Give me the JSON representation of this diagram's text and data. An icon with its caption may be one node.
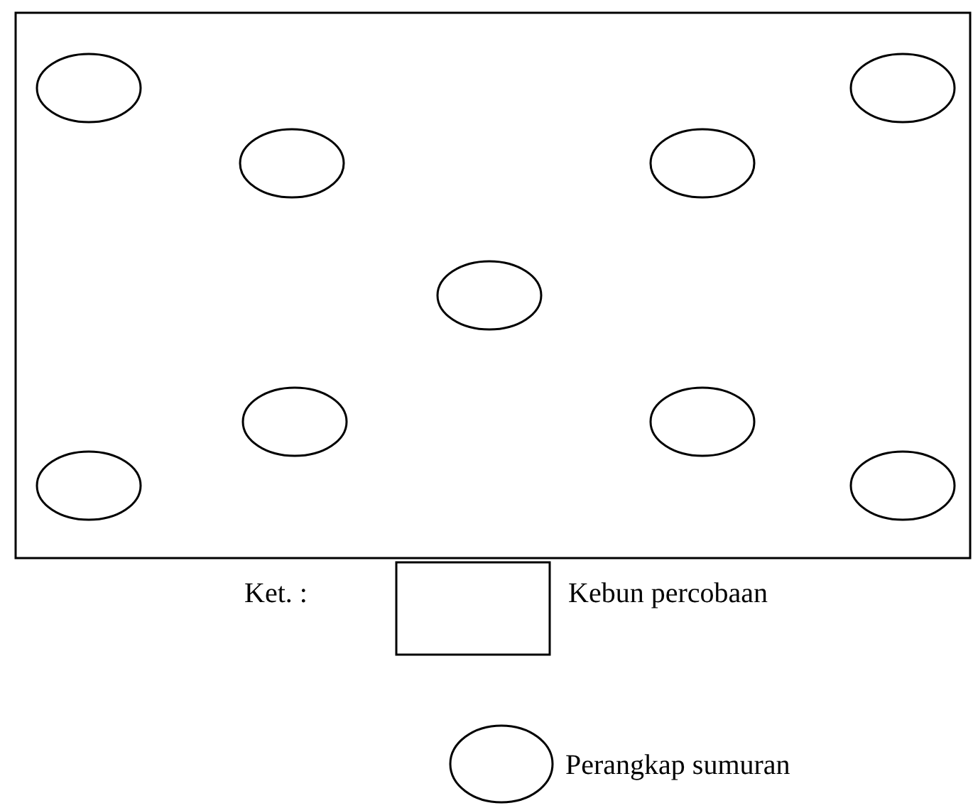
{
  "diagram": {
    "nodes": [
      {
        "text": [],
        "shape": "box"
      },
      {
        "text": [],
        "shape": "circle",
        "in": 0
      },
      {
        "text": [],
        "shape": "circle",
        "in": 0
      },
      {
        "text": [],
        "shape": "circle",
        "in": 0
      },
      {
        "text": [],
        "shape": "circle",
        "in": 0
      },
      {
        "text": [],
        "shape": "circle",
        "in": 0
      },
      {
        "text": [],
        "shape": "circle",
        "in": 0
      },
      {
        "text": [],
        "shape": "circle",
        "in": 0
      },
      {
        "text": [],
        "shape": "circle",
        "in": 0
      },
      {
        "text": [],
        "shape": "circle",
        "in": 0
      }
    ],
    "edges": [],
    "labels": [
      "Ket. :"
    ],
    "legend": [
      {
        "text": "Kebun percobaan"
      },
      {
        "text": "Perangkap sumuran"
      }
    ]
  }
}
